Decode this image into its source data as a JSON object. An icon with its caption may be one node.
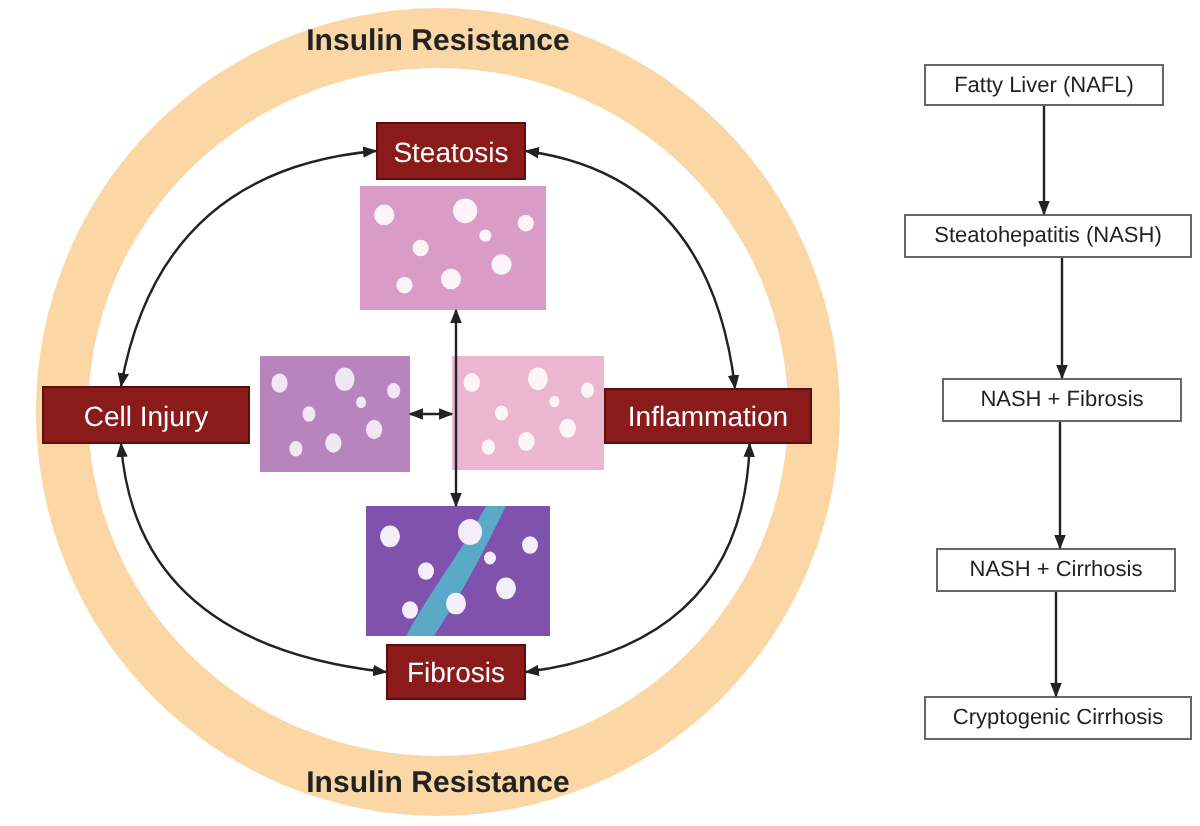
{
  "diagram": {
    "nodes": [
      {
        "text": [
          "Insulin Resistance",
          "Insulin Resistance"
        ]
      },
      {
        "text": [
          "Steatosis"
        ],
        "in": 0
      },
      {
        "text": [],
        "shape": "picture",
        "in": 0
      },
      {
        "text": [
          "Cell Injury"
        ],
        "in": 0
      },
      {
        "text": [],
        "shape": "picture",
        "in": 0
      },
      {
        "text": [],
        "shape": "picture",
        "in": 0
      },
      {
        "text": [
          "Inflammation"
        ],
        "in": 0
      },
      {
        "text": [],
        "shape": "picture",
        "in": 0
      },
      {
        "text": [
          "Fibrosis"
        ],
        "in": 0
      },
      {
        "text": [
          "Fatty Liver (NAFL)"
        ]
      },
      {
        "text": [
          "Steatohepatitis (NASH)"
        ]
      },
      {
        "text": [
          "NASH + Fibrosis"
        ]
      },
      {
        "text": [
          "NASH + Cirrhosis"
        ]
      },
      {
        "text": [
          "Cryptogenic Cirrhosis"
        ]
      }
    ],
    "edges": [
      {
        "from": 3,
        "to": 1,
        "arrow": "both"
      },
      {
        "from": 1,
        "to": 6,
        "arrow": "both"
      },
      {
        "from": 6,
        "to": 8,
        "arrow": "both"
      },
      {
        "from": 8,
        "to": 3,
        "arrow": "both"
      },
      {
        "from": 2,
        "to": 7,
        "arrow": "both"
      },
      {
        "from": 4,
        "to": 5,
        "arrow": "both"
      },
      {
        "from": 9,
        "to": 10,
        "arrow": "to"
      },
      {
        "from": 10,
        "to": 11,
        "arrow": "to"
      },
      {
        "from": 11,
        "to": 12,
        "arrow": "to"
      },
      {
        "from": 12,
        "to": 13,
        "arrow": "to"
      }
    ]
  }
}
